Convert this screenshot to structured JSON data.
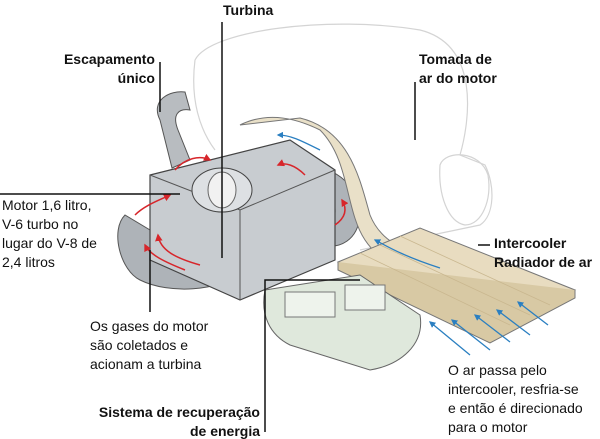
{
  "labels": {
    "turbine": "Turbina",
    "exhaust": [
      "Escapamento",
      "único"
    ],
    "air_intake": [
      "Tomada de",
      "ar do motor"
    ],
    "engine": [
      "Motor 1,6 litro,",
      "V-6 turbo no",
      "lugar do V-8 de",
      "2,4 litros"
    ],
    "intercooler": [
      "Intercooler",
      "Radiador de ar"
    ],
    "gases": [
      "Os gases do motor",
      "são coletados e",
      "acionam a turbina"
    ],
    "energy_recovery": [
      "Sistema de recuperação",
      "de energia"
    ],
    "air_flow": [
      "O ar passa pelo",
      "intercooler, resfria-se",
      "e então é direcionado",
      "para o motor"
    ]
  },
  "colors": {
    "exhaust_arrow": "#d7262b",
    "air_arrow": "#2a7fc1",
    "engine_gray": "#b8bcc0",
    "intercooler_tan": "#e8dcc0",
    "ers_green": "#dfe8dc"
  }
}
